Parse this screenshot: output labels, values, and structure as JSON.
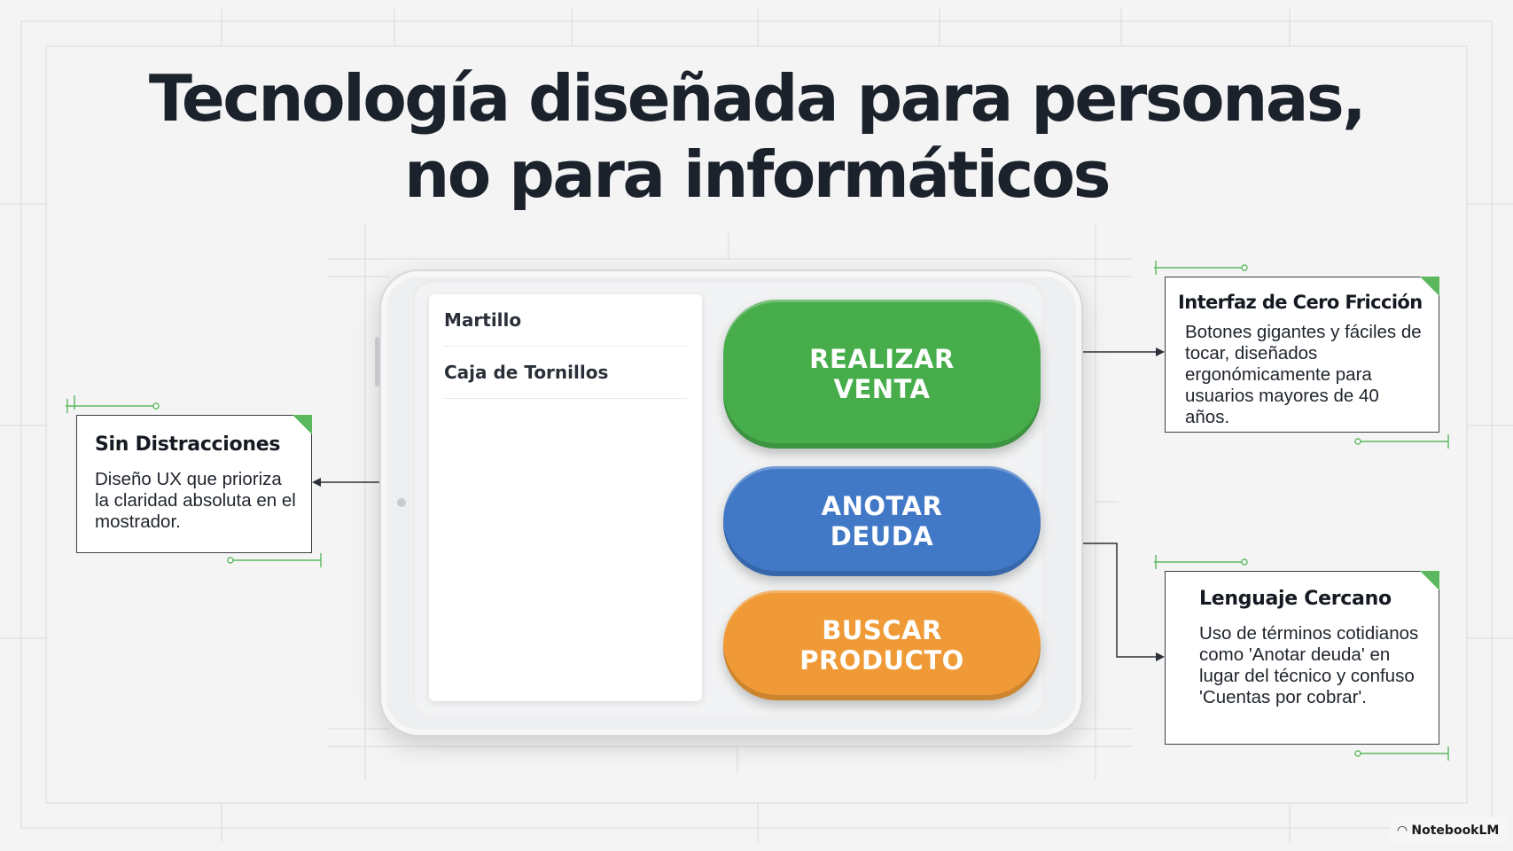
{
  "title": {
    "line1": "Tecnología diseñada para personas,",
    "line2": "no para informáticos"
  },
  "tablet": {
    "list_items": [
      "Martillo",
      "Caja de Tornillos"
    ],
    "buttons": [
      {
        "label": "REALIZAR\nVENTA",
        "color": "#47ad4b"
      },
      {
        "label": "ANOTAR\nDEUDA",
        "color": "#4179c7"
      },
      {
        "label": "BUSCAR\nPRODUCTO",
        "color": "#ef9a36"
      }
    ]
  },
  "callouts": {
    "left": {
      "title": "Sin Distracciones",
      "text": "Diseño UX que prioriza la claridad absoluta en el mostrador."
    },
    "top_right": {
      "title": "Interfaz de Cero Fricción",
      "text": "Botones gigantes y fáciles de tocar, diseñados ergonómicamente para usuarios mayores de 40 años."
    },
    "bottom_right": {
      "title": "Lenguaje Cercano",
      "text": "Uso de términos cotidianos como 'Anotar deuda' en lugar del técnico y confuso 'Cuentas por cobrar'."
    }
  },
  "footer": {
    "brand": "NotebookLM",
    "brand_icon": "notebooklm-logo-icon"
  },
  "colors": {
    "accent_green": "#5cb85f",
    "ink": "#1c222c"
  }
}
